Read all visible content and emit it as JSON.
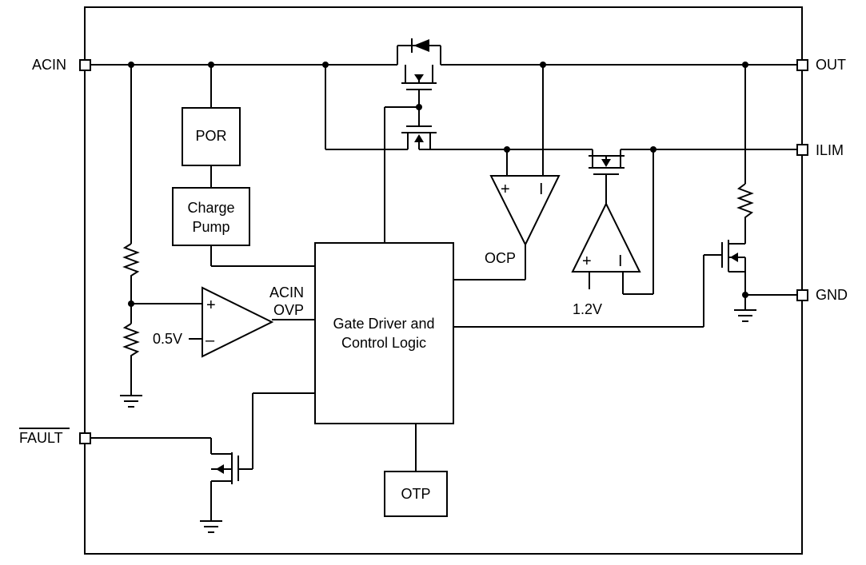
{
  "pins": {
    "acin": "ACIN",
    "out": "OUT",
    "ilim": "ILIM",
    "gnd": "GND",
    "fault": "FAULT"
  },
  "blocks": {
    "por": "POR",
    "charge_pump_line1": "Charge",
    "charge_pump_line2": "Pump",
    "gate_driver_line1": "Gate Driver and",
    "gate_driver_line2": "Control Logic",
    "otp": "OTP"
  },
  "labels": {
    "acin_ovp_line1": "ACIN",
    "acin_ovp_line2": "OVP",
    "ocp": "OCP",
    "ref_0_5v": "0.5V",
    "ref_1_2v": "1.2V"
  },
  "comparator_symbols": {
    "plus": "+",
    "minus": "–",
    "bar": "I"
  },
  "colors": {
    "line": "#000000",
    "background": "#ffffff"
  }
}
